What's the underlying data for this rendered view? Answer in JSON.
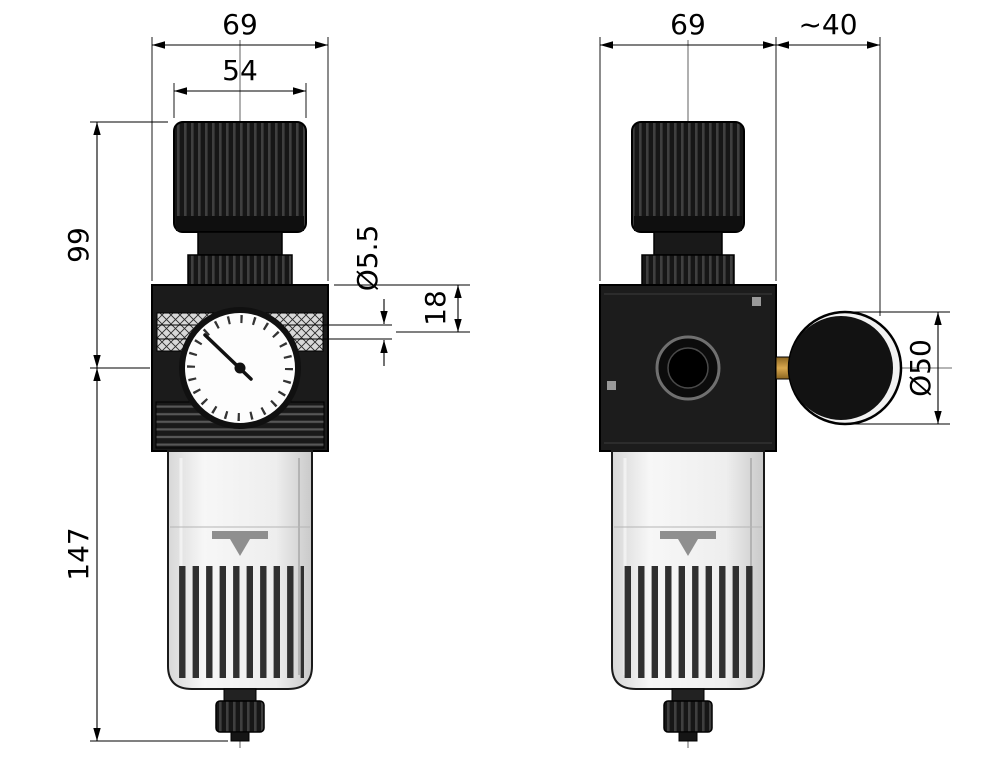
{
  "drawing": {
    "front_view": {
      "width_body": "69",
      "width_knob": "54",
      "height_upper": "99",
      "height_lower": "147",
      "hole_diameter": "Ø5.5",
      "hole_offset": "18"
    },
    "side_view": {
      "width_body": "69",
      "gauge_offset": "~40",
      "gauge_diameter": "Ø50"
    }
  },
  "colors": {
    "background": "#ffffff",
    "line": "#000000",
    "part_dark": "#1b1b1b",
    "bowl_gray": "#ededed",
    "hatch_gray": "#d8d8d8",
    "brass": "#c69a3e"
  }
}
